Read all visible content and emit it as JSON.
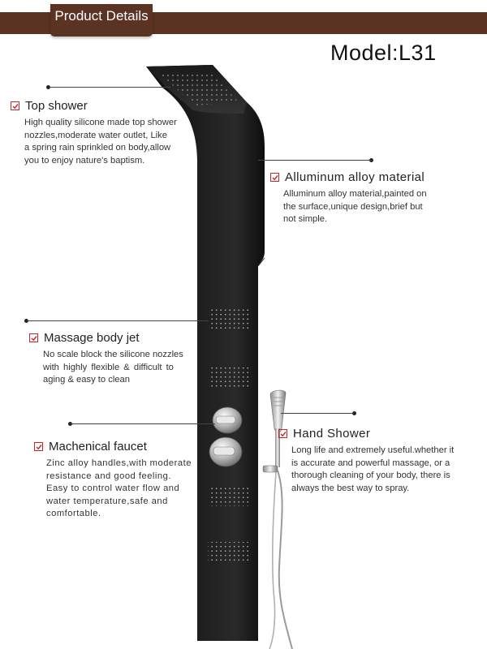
{
  "header": {
    "title": "Product Details"
  },
  "model": "Model:L31",
  "features": [
    {
      "title": "Top shower",
      "desc": [
        "High quality silicone made top shower",
        "nozzles,moderate water outlet, Like",
        "a spring rain sprinkled on body,allow",
        "you to enjoy nature's baptism."
      ]
    },
    {
      "title": "Alluminum alloy material",
      "desc": [
        "Alluminum alloy material,painted on",
        "the surface,unique design,brief but",
        "not simple."
      ]
    },
    {
      "title": "Massage body jet",
      "desc": [
        "No scale block the silicone nozzles",
        "with highly flexible & difficult to",
        "aging & easy to clean"
      ]
    },
    {
      "title": "Hand Shower",
      "desc": [
        "Long life and extremely useful.whether it",
        "is accurate and powerful massage, or a",
        "thorough cleaning of your body, there is",
        "always the best way to spray."
      ]
    },
    {
      "title": "Machenical faucet",
      "desc": [
        "Zinc alloy handles,with moderate",
        "resistance and good feeling.",
        "Easy to control water flow and",
        "water temperature,safe and",
        "comfortable."
      ]
    }
  ],
  "colors": {
    "header": "#5a3322",
    "check": "#c0282c",
    "panel": "#141414",
    "chrome": "#c8c8c8"
  }
}
